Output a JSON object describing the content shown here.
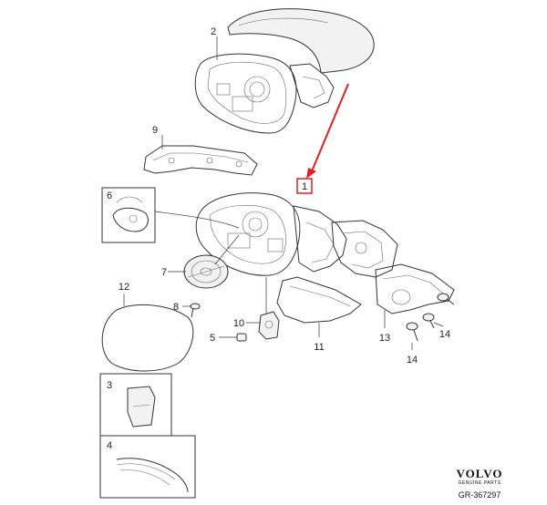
{
  "callouts": {
    "c1": "1",
    "c2": "2",
    "c3": "3",
    "c4": "4",
    "c5": "5",
    "c6": "6",
    "c7": "7",
    "c8": "8",
    "c9": "9",
    "c10": "10",
    "c11": "11",
    "c12": "12",
    "c13": "13",
    "c14a": "14",
    "c14b": "14"
  },
  "footer": {
    "brand": "VOLVO",
    "brand_sub": "GENUINE PARTS",
    "ref": "GR-367297"
  },
  "colors": {
    "highlight": "#e02020",
    "line": "#333333"
  }
}
